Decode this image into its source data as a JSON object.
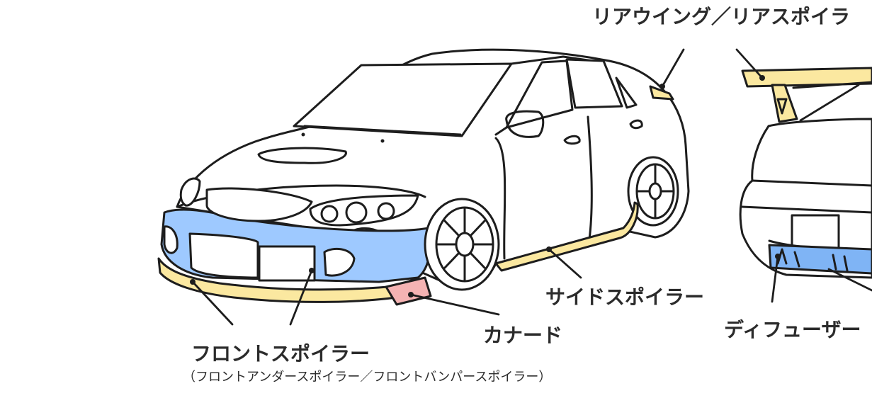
{
  "labels": {
    "rear_wing": "リアウイング／リアスポイラ",
    "side_spoiler": "サイドスポイラー",
    "canard": "カナード",
    "diffuser": "ディフューザー",
    "front_spoiler": "フロントスポイラー",
    "front_spoiler_alt": "（フロントアンダースポイラー／フロントバンパースポイラー）"
  },
  "colors": {
    "front_bumper": "#9ec9ff",
    "aero_parts": "#fbe8a0",
    "canard": "#f5b3b3",
    "diffuser": "#7fb4f5",
    "outline": "#1d1d1d"
  }
}
